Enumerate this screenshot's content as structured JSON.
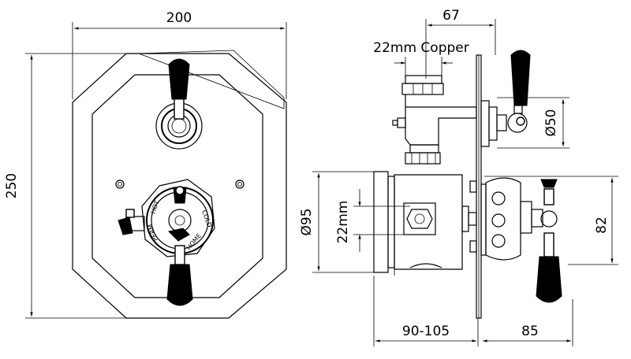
{
  "dimensions": {
    "front_width": "200",
    "front_height": "250",
    "side_depth_top": "67",
    "pipe_label": "22mm Copper",
    "outlet_diameter": "Ø50",
    "body_diameter": "Ø95",
    "pipe_size": "22mm",
    "handle_spacing": "82",
    "wall_depth": "90-105",
    "handle_projection": "85"
  },
  "dial_labels": {
    "hot": "HOT",
    "cold": "COLD",
    "home": "HOME",
    "perm": "PERM"
  }
}
